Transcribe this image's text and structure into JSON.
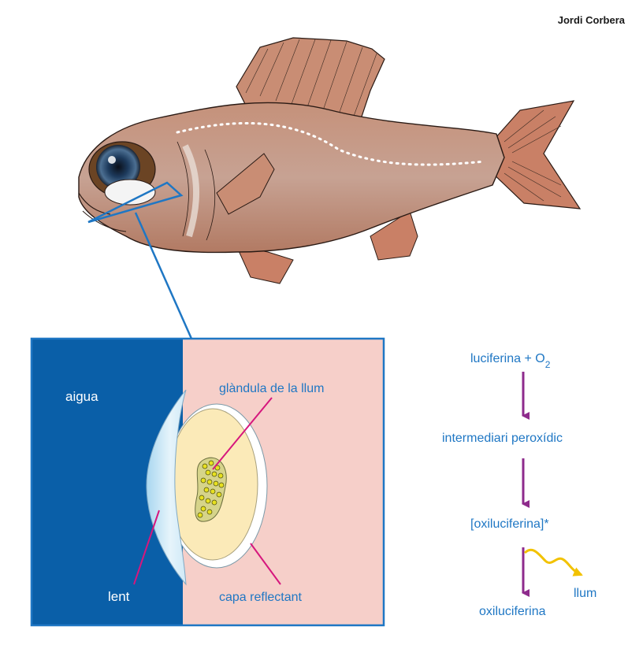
{
  "credit": "Jordi Corbera",
  "inset": {
    "water_label": "aigua",
    "gland_label": "glàndula de la llum",
    "lens_label": "lent",
    "reflective_label": "capa reflectant"
  },
  "reaction": {
    "step1": "luciferina + O",
    "step1_sub": "2",
    "step2": "intermediari peroxídic",
    "step3": "[oxiluciferina]*",
    "step4": "oxiluciferina",
    "light": "llum"
  },
  "colors": {
    "label_blue": "#1f77c4",
    "water_blue": "#0a5fa8",
    "tissue_pink": "#f6cfc9",
    "arrow_purple": "#8e2b8c",
    "light_yellow": "#f2c200",
    "pointer_magenta": "#d6177d",
    "fish_body": "#c08a72"
  },
  "icons": [
    "fish-illustration",
    "light-organ-diagram",
    "reaction-arrow",
    "light-emission-arrow"
  ]
}
